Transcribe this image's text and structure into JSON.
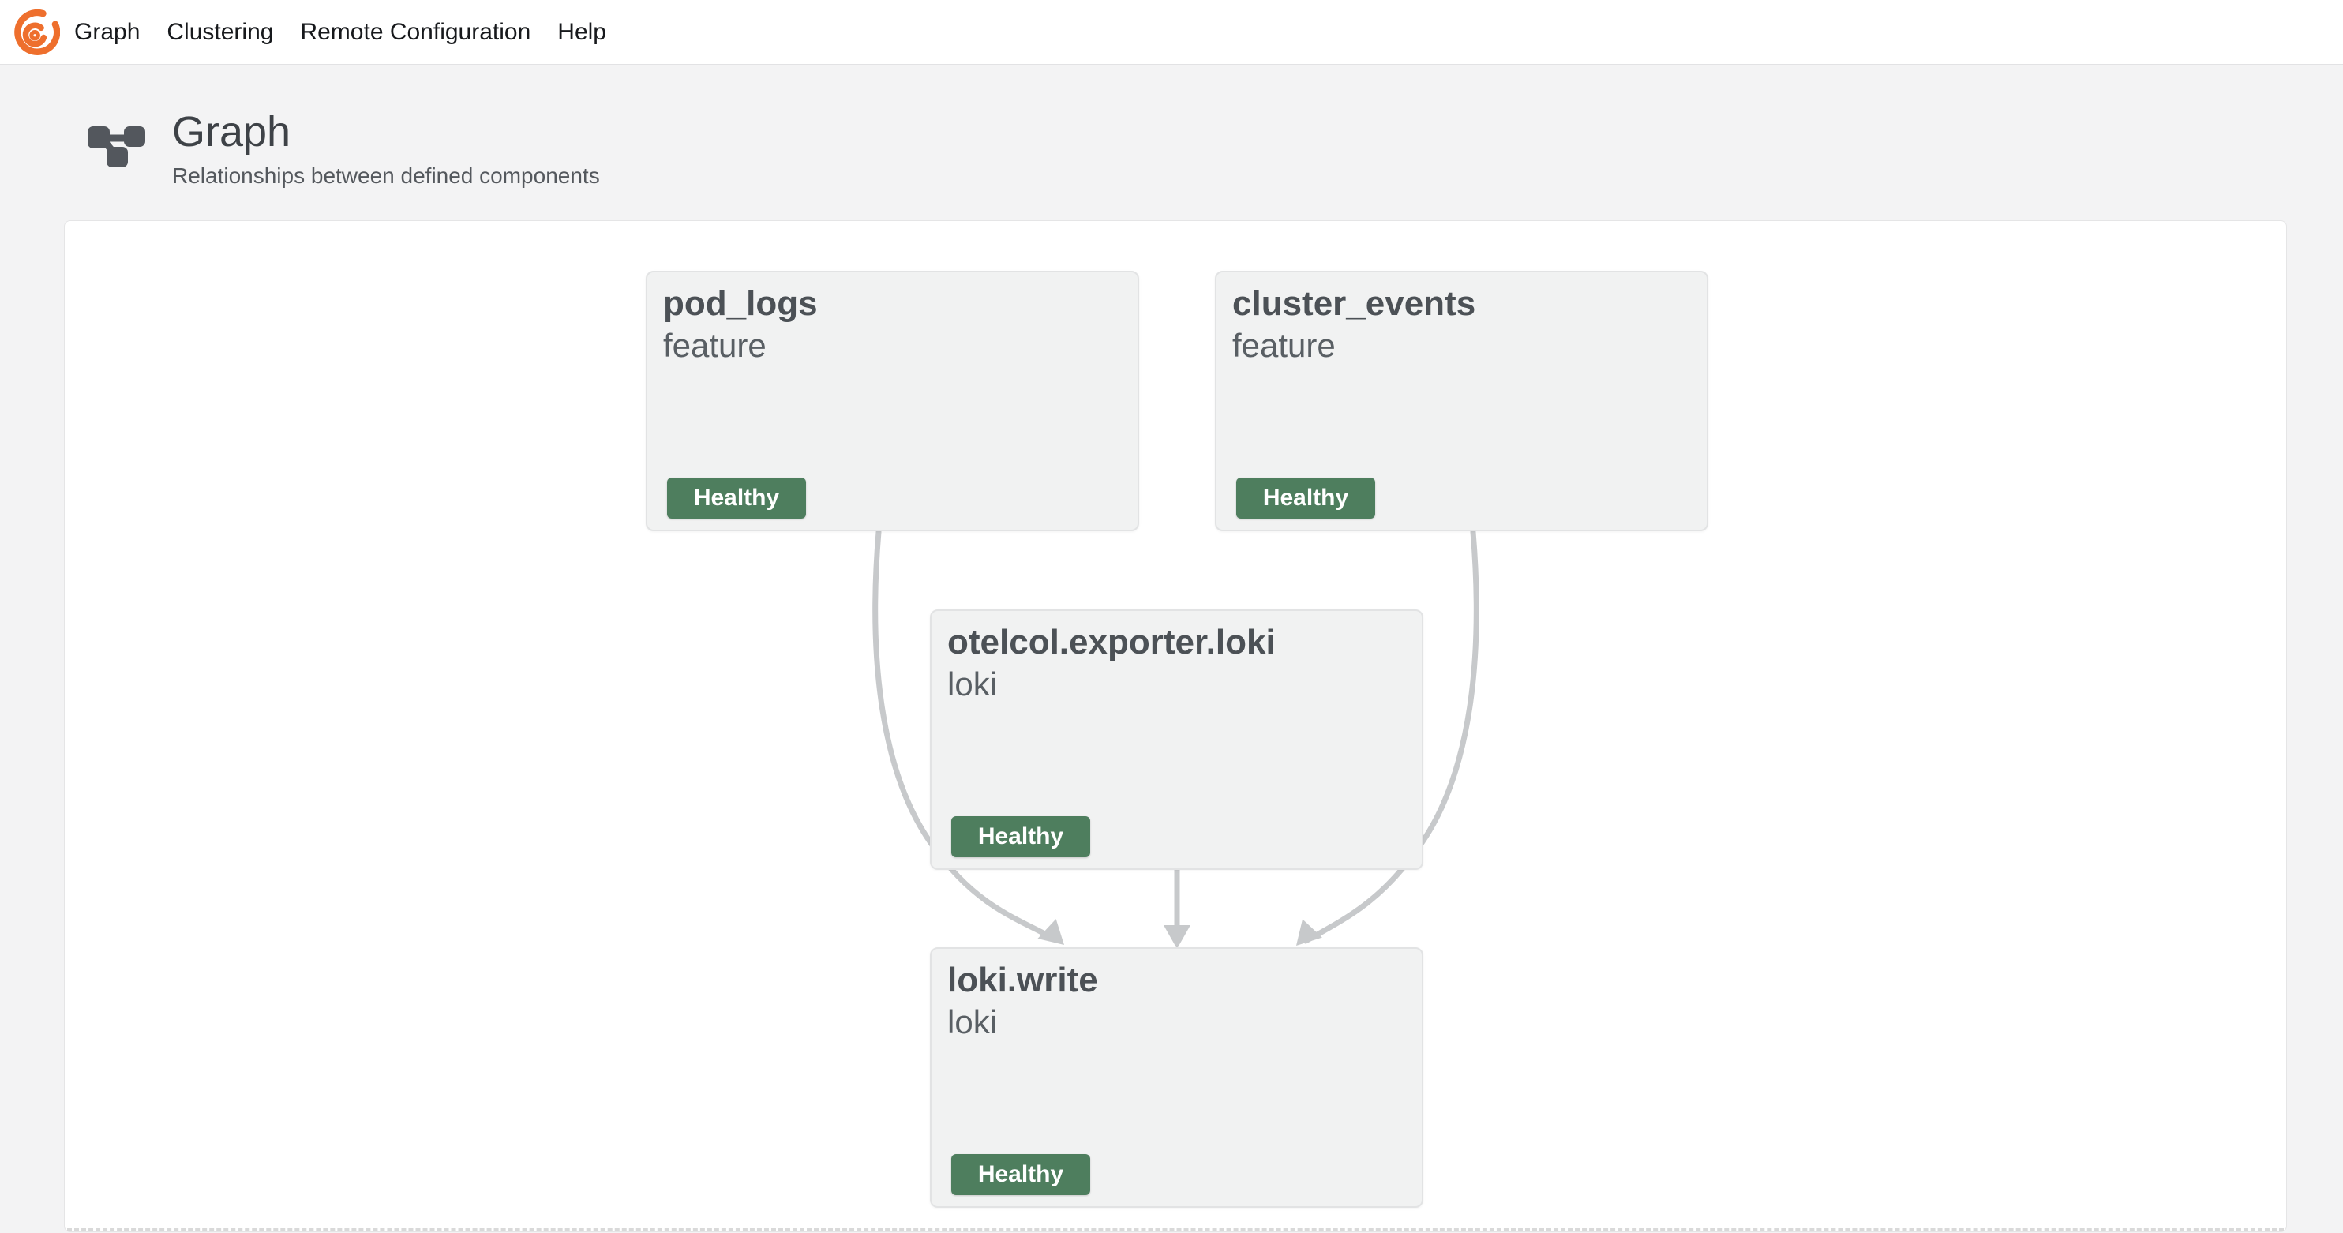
{
  "nav": {
    "logo_icon": "grafana-alloy-logo",
    "items": [
      {
        "label": "Graph"
      },
      {
        "label": "Clustering"
      },
      {
        "label": "Remote Configuration"
      },
      {
        "label": "Help"
      }
    ]
  },
  "header": {
    "icon": "diagram-project-icon",
    "title": "Graph",
    "subtitle": "Relationships between defined components"
  },
  "graph": {
    "nodes": [
      {
        "id": "pod_logs",
        "title": "pod_logs",
        "subtitle": "feature",
        "status": "Healthy"
      },
      {
        "id": "cluster_events",
        "title": "cluster_events",
        "subtitle": "feature",
        "status": "Healthy"
      },
      {
        "id": "otelcol.exporter.loki",
        "title": "otelcol.exporter.loki",
        "subtitle": "loki",
        "status": "Healthy"
      },
      {
        "id": "loki.write",
        "title": "loki.write",
        "subtitle": "loki",
        "status": "Healthy"
      }
    ],
    "edges": [
      {
        "from": "pod_logs",
        "to": "loki.write"
      },
      {
        "from": "cluster_events",
        "to": "loki.write"
      },
      {
        "from": "otelcol.exporter.loki",
        "to": "loki.write"
      }
    ]
  },
  "colors": {
    "healthy_badge": "#4e7e5e",
    "edge": "#c7c9cb",
    "node_bg": "#f1f2f2",
    "node_border": "#e2e3e4",
    "brand_orange": "#ee6f2d"
  }
}
